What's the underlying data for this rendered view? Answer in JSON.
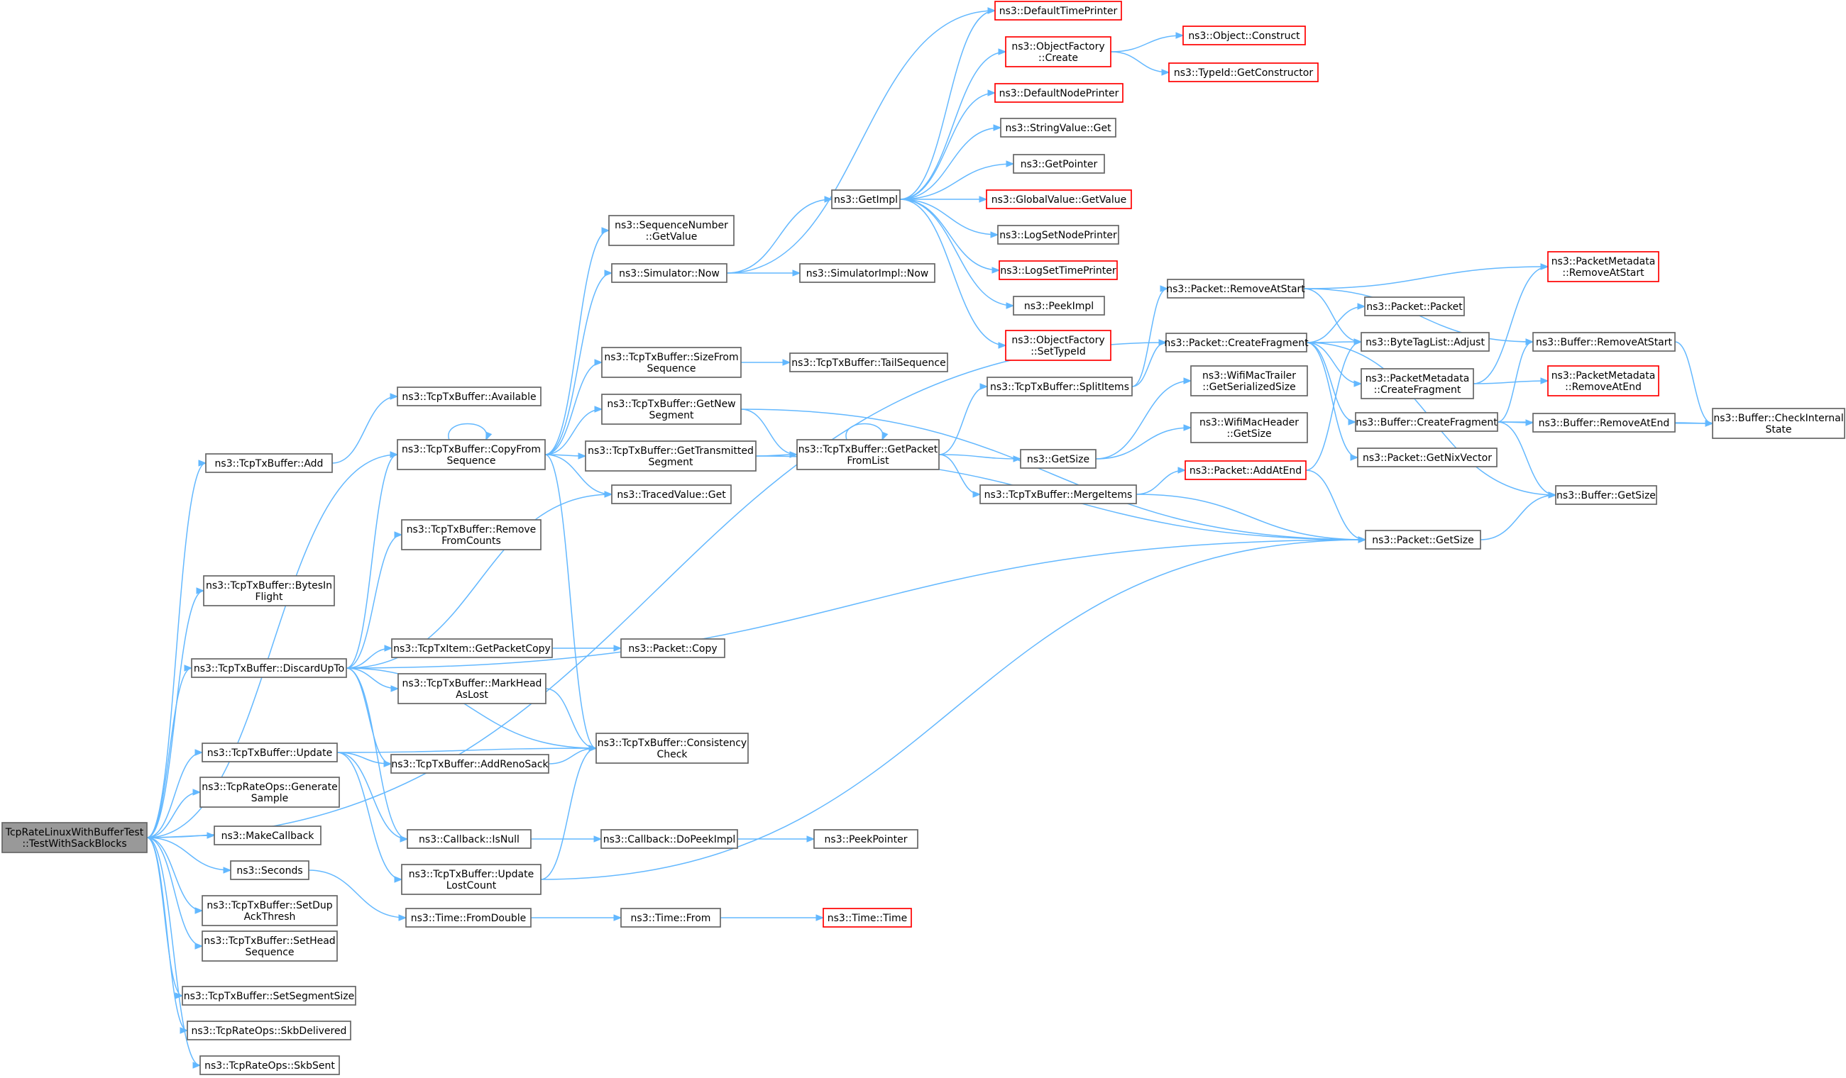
{
  "nodes": [
    {
      "id": "root",
      "lines": [
        "TcpRateLinuxWithBufferTest",
        "::TestWithSackBlocks"
      ],
      "style": "root"
    },
    {
      "id": "add",
      "lines": [
        "ns3::TcpTxBuffer::Add"
      ]
    },
    {
      "id": "available",
      "lines": [
        "ns3::TcpTxBuffer::Available"
      ]
    },
    {
      "id": "bytesInFlight",
      "lines": [
        "ns3::TcpTxBuffer::BytesIn",
        "Flight"
      ]
    },
    {
      "id": "discardUpTo",
      "lines": [
        "ns3::TcpTxBuffer::DiscardUpTo"
      ]
    },
    {
      "id": "update",
      "lines": [
        "ns3::TcpTxBuffer::Update"
      ]
    },
    {
      "id": "generateSample",
      "lines": [
        "ns3::TcpRateOps::Generate",
        "Sample"
      ]
    },
    {
      "id": "makeCallback",
      "lines": [
        "ns3::MakeCallback"
      ]
    },
    {
      "id": "seconds",
      "lines": [
        "ns3::Seconds"
      ]
    },
    {
      "id": "setDupAckThresh",
      "lines": [
        "ns3::TcpTxBuffer::SetDup",
        "AckThresh"
      ]
    },
    {
      "id": "setHeadSequence",
      "lines": [
        "ns3::TcpTxBuffer::SetHead",
        "Sequence"
      ]
    },
    {
      "id": "setSegmentSize",
      "lines": [
        "ns3::TcpTxBuffer::SetSegmentSize"
      ]
    },
    {
      "id": "skbDelivered",
      "lines": [
        "ns3::TcpRateOps::SkbDelivered"
      ]
    },
    {
      "id": "skbSent",
      "lines": [
        "ns3::TcpRateOps::SkbSent"
      ]
    },
    {
      "id": "copyFromSequence",
      "lines": [
        "ns3::TcpTxBuffer::CopyFrom",
        "Sequence"
      ]
    },
    {
      "id": "removeFromCounts",
      "lines": [
        "ns3::TcpTxBuffer::Remove",
        "FromCounts"
      ]
    },
    {
      "id": "getPacketCopy",
      "lines": [
        "ns3::TcpTxItem::GetPacketCopy"
      ]
    },
    {
      "id": "markHeadAsLost",
      "lines": [
        "ns3::TcpTxBuffer::MarkHead",
        "AsLost"
      ]
    },
    {
      "id": "addRenoSack",
      "lines": [
        "ns3::TcpTxBuffer::AddRenoSack"
      ]
    },
    {
      "id": "isNull",
      "lines": [
        "ns3::Callback::IsNull"
      ]
    },
    {
      "id": "updateLostCount",
      "lines": [
        "ns3::TcpTxBuffer::Update",
        "LostCount"
      ]
    },
    {
      "id": "fromDouble",
      "lines": [
        "ns3::Time::FromDouble"
      ]
    },
    {
      "id": "seqGetValue",
      "lines": [
        "ns3::SequenceNumber",
        "::GetValue"
      ]
    },
    {
      "id": "simNow",
      "lines": [
        "ns3::Simulator::Now"
      ]
    },
    {
      "id": "sizeFromSequence",
      "lines": [
        "ns3::TcpTxBuffer::SizeFrom",
        "Sequence"
      ]
    },
    {
      "id": "getNewSegment",
      "lines": [
        "ns3::TcpTxBuffer::GetNew",
        "Segment"
      ]
    },
    {
      "id": "getTransmittedSegment",
      "lines": [
        "ns3::TcpTxBuffer::GetTransmitted",
        "Segment"
      ]
    },
    {
      "id": "tracedGet",
      "lines": [
        "ns3::TracedValue::Get"
      ]
    },
    {
      "id": "packetCopy",
      "lines": [
        "ns3::Packet::Copy"
      ]
    },
    {
      "id": "consistencyCheck",
      "lines": [
        "ns3::TcpTxBuffer::Consistency",
        "Check"
      ]
    },
    {
      "id": "doPeekImpl",
      "lines": [
        "ns3::Callback::DoPeekImpl"
      ]
    },
    {
      "id": "timeFrom",
      "lines": [
        "ns3::Time::From"
      ]
    },
    {
      "id": "getImpl",
      "lines": [
        "ns3::GetImpl"
      ]
    },
    {
      "id": "simImplNow",
      "lines": [
        "ns3::SimulatorImpl::Now"
      ]
    },
    {
      "id": "tailSequence",
      "lines": [
        "ns3::TcpTxBuffer::TailSequence"
      ]
    },
    {
      "id": "getPacketFromList",
      "lines": [
        "ns3::TcpTxBuffer::GetPacket",
        "FromList"
      ]
    },
    {
      "id": "peekPointer",
      "lines": [
        "ns3::PeekPointer"
      ]
    },
    {
      "id": "timeTime",
      "lines": [
        "ns3::Time::Time"
      ],
      "style": "red"
    },
    {
      "id": "defaultTimePrinter",
      "lines": [
        "ns3::DefaultTimePrinter"
      ],
      "style": "red"
    },
    {
      "id": "objFactoryCreate",
      "lines": [
        "ns3::ObjectFactory",
        "::Create"
      ],
      "style": "red"
    },
    {
      "id": "defaultNodePrinter",
      "lines": [
        "ns3::DefaultNodePrinter"
      ],
      "style": "red"
    },
    {
      "id": "stringValueGet",
      "lines": [
        "ns3::StringValue::Get"
      ]
    },
    {
      "id": "getPointer",
      "lines": [
        "ns3::GetPointer"
      ]
    },
    {
      "id": "globalValueGetValue",
      "lines": [
        "ns3::GlobalValue::GetValue"
      ],
      "style": "red"
    },
    {
      "id": "logSetNodePrinter",
      "lines": [
        "ns3::LogSetNodePrinter"
      ]
    },
    {
      "id": "logSetTimePrinter",
      "lines": [
        "ns3::LogSetTimePrinter"
      ],
      "style": "red"
    },
    {
      "id": "peekImpl",
      "lines": [
        "ns3::PeekImpl"
      ]
    },
    {
      "id": "objFactorySetTypeId",
      "lines": [
        "ns3::ObjectFactory",
        "::SetTypeId"
      ],
      "style": "red"
    },
    {
      "id": "splitItems",
      "lines": [
        "ns3::TcpTxBuffer::SplitItems"
      ]
    },
    {
      "id": "getSize",
      "lines": [
        "ns3::GetSize"
      ]
    },
    {
      "id": "mergeItems",
      "lines": [
        "ns3::TcpTxBuffer::MergeItems"
      ]
    },
    {
      "id": "objectConstruct",
      "lines": [
        "ns3::Object::Construct"
      ],
      "style": "red"
    },
    {
      "id": "typeIdGetConstructor",
      "lines": [
        "ns3::TypeId::GetConstructor"
      ],
      "style": "red"
    },
    {
      "id": "packetRemoveAtStart",
      "lines": [
        "ns3::Packet::RemoveAtStart"
      ]
    },
    {
      "id": "packetCreateFragment",
      "lines": [
        "ns3::Packet::CreateFragment"
      ]
    },
    {
      "id": "wifiMacTrailer",
      "lines": [
        "ns3::WifiMacTrailer",
        "::GetSerializedSize"
      ]
    },
    {
      "id": "wifiMacHeader",
      "lines": [
        "ns3::WifiMacHeader",
        "::GetSize"
      ]
    },
    {
      "id": "packetAddAtEnd",
      "lines": [
        "ns3::Packet::AddAtEnd"
      ],
      "style": "red"
    },
    {
      "id": "packetPacket",
      "lines": [
        "ns3::Packet::Packet"
      ]
    },
    {
      "id": "byteTagListAdjust",
      "lines": [
        "ns3::ByteTagList::Adjust"
      ]
    },
    {
      "id": "pmCreateFragment",
      "lines": [
        "ns3::PacketMetadata",
        "::CreateFragment"
      ]
    },
    {
      "id": "bufferCreateFragment",
      "lines": [
        "ns3::Buffer::CreateFragment"
      ]
    },
    {
      "id": "getNixVector",
      "lines": [
        "ns3::Packet::GetNixVector"
      ]
    },
    {
      "id": "packetGetSize",
      "lines": [
        "ns3::Packet::GetSize"
      ]
    },
    {
      "id": "pmRemoveAtStart",
      "lines": [
        "ns3::PacketMetadata",
        "::RemoveAtStart"
      ],
      "style": "red"
    },
    {
      "id": "bufferRemoveAtStart",
      "lines": [
        "ns3::Buffer::RemoveAtStart"
      ]
    },
    {
      "id": "pmRemoveAtEnd",
      "lines": [
        "ns3::PacketMetadata",
        "::RemoveAtEnd"
      ],
      "style": "red"
    },
    {
      "id": "bufferRemoveAtEnd",
      "lines": [
        "ns3::Buffer::RemoveAtEnd"
      ]
    },
    {
      "id": "bufferGetSize",
      "lines": [
        "ns3::Buffer::GetSize"
      ]
    },
    {
      "id": "checkInternalState",
      "lines": [
        "ns3::Buffer::CheckInternal",
        "State"
      ]
    }
  ],
  "edges": [
    [
      "root",
      "add"
    ],
    [
      "root",
      "bytesInFlight"
    ],
    [
      "root",
      "discardUpTo"
    ],
    [
      "root",
      "update"
    ],
    [
      "root",
      "generateSample"
    ],
    [
      "root",
      "makeCallback"
    ],
    [
      "root",
      "seconds"
    ],
    [
      "root",
      "setDupAckThresh"
    ],
    [
      "root",
      "setHeadSequence"
    ],
    [
      "root",
      "setSegmentSize"
    ],
    [
      "root",
      "skbDelivered"
    ],
    [
      "root",
      "skbSent"
    ],
    [
      "root",
      "copyFromSequence"
    ],
    [
      "root",
      "packetCreateFragment"
    ],
    [
      "add",
      "available"
    ],
    [
      "discardUpTo",
      "copyFromSequence"
    ],
    [
      "discardUpTo",
      "removeFromCounts"
    ],
    [
      "discardUpTo",
      "tracedGet"
    ],
    [
      "discardUpTo",
      "getPacketCopy"
    ],
    [
      "discardUpTo",
      "markHeadAsLost"
    ],
    [
      "discardUpTo",
      "addRenoSack"
    ],
    [
      "discardUpTo",
      "consistencyCheck"
    ],
    [
      "discardUpTo",
      "isNull"
    ],
    [
      "discardUpTo",
      "packetGetSize"
    ],
    [
      "update",
      "addRenoSack"
    ],
    [
      "update",
      "consistencyCheck"
    ],
    [
      "update",
      "isNull"
    ],
    [
      "update",
      "updateLostCount"
    ],
    [
      "seconds",
      "fromDouble"
    ],
    [
      "copyFromSequence",
      "copyFromSequence"
    ],
    [
      "copyFromSequence",
      "seqGetValue"
    ],
    [
      "copyFromSequence",
      "simNow"
    ],
    [
      "copyFromSequence",
      "sizeFromSequence"
    ],
    [
      "copyFromSequence",
      "getNewSegment"
    ],
    [
      "copyFromSequence",
      "getTransmittedSegment"
    ],
    [
      "copyFromSequence",
      "tracedGet"
    ],
    [
      "copyFromSequence",
      "consistencyCheck"
    ],
    [
      "getPacketCopy",
      "packetCopy"
    ],
    [
      "markHeadAsLost",
      "consistencyCheck"
    ],
    [
      "addRenoSack",
      "consistencyCheck"
    ],
    [
      "isNull",
      "doPeekImpl"
    ],
    [
      "updateLostCount",
      "consistencyCheck"
    ],
    [
      "updateLostCount",
      "packetGetSize"
    ],
    [
      "fromDouble",
      "timeFrom"
    ],
    [
      "simNow",
      "getImpl"
    ],
    [
      "simNow",
      "simImplNow"
    ],
    [
      "simNow",
      "defaultTimePrinter"
    ],
    [
      "sizeFromSequence",
      "tailSequence"
    ],
    [
      "getNewSegment",
      "getPacketFromList"
    ],
    [
      "getNewSegment",
      "packetGetSize"
    ],
    [
      "getTransmittedSegment",
      "getPacketFromList"
    ],
    [
      "getTransmittedSegment",
      "packetGetSize"
    ],
    [
      "doPeekImpl",
      "peekPointer"
    ],
    [
      "timeFrom",
      "timeTime"
    ],
    [
      "getImpl",
      "defaultTimePrinter"
    ],
    [
      "getImpl",
      "objFactoryCreate"
    ],
    [
      "getImpl",
      "defaultNodePrinter"
    ],
    [
      "getImpl",
      "stringValueGet"
    ],
    [
      "getImpl",
      "getPointer"
    ],
    [
      "getImpl",
      "globalValueGetValue"
    ],
    [
      "getImpl",
      "logSetNodePrinter"
    ],
    [
      "getImpl",
      "logSetTimePrinter"
    ],
    [
      "getImpl",
      "peekImpl"
    ],
    [
      "getImpl",
      "objFactorySetTypeId"
    ],
    [
      "getPacketFromList",
      "getPacketFromList"
    ],
    [
      "getPacketFromList",
      "splitItems"
    ],
    [
      "getPacketFromList",
      "getSize"
    ],
    [
      "getPacketFromList",
      "mergeItems"
    ],
    [
      "objFactoryCreate",
      "objectConstruct"
    ],
    [
      "objFactoryCreate",
      "typeIdGetConstructor"
    ],
    [
      "splitItems",
      "packetRemoveAtStart"
    ],
    [
      "splitItems",
      "packetCreateFragment"
    ],
    [
      "getSize",
      "wifiMacTrailer"
    ],
    [
      "getSize",
      "wifiMacHeader"
    ],
    [
      "mergeItems",
      "packetAddAtEnd"
    ],
    [
      "mergeItems",
      "packetGetSize"
    ],
    [
      "packetRemoveAtStart",
      "byteTagListAdjust"
    ],
    [
      "packetRemoveAtStart",
      "pmRemoveAtStart"
    ],
    [
      "packetRemoveAtStart",
      "bufferRemoveAtStart"
    ],
    [
      "packetCreateFragment",
      "packetPacket"
    ],
    [
      "packetCreateFragment",
      "byteTagListAdjust"
    ],
    [
      "packetCreateFragment",
      "pmCreateFragment"
    ],
    [
      "packetCreateFragment",
      "bufferCreateFragment"
    ],
    [
      "packetCreateFragment",
      "getNixVector"
    ],
    [
      "packetCreateFragment",
      "bufferGetSize"
    ],
    [
      "packetAddAtEnd",
      "byteTagListAdjust"
    ],
    [
      "packetAddAtEnd",
      "packetGetSize"
    ],
    [
      "pmCreateFragment",
      "pmRemoveAtStart"
    ],
    [
      "pmCreateFragment",
      "pmRemoveAtEnd"
    ],
    [
      "bufferCreateFragment",
      "bufferRemoveAtEnd"
    ],
    [
      "bufferCreateFragment",
      "bufferRemoveAtStart"
    ],
    [
      "bufferCreateFragment",
      "bufferGetSize"
    ],
    [
      "bufferCreateFragment",
      "checkInternalState"
    ],
    [
      "bufferRemoveAtStart",
      "checkInternalState"
    ],
    [
      "bufferRemoveAtEnd",
      "checkInternalState"
    ],
    [
      "packetGetSize",
      "bufferGetSize"
    ]
  ]
}
